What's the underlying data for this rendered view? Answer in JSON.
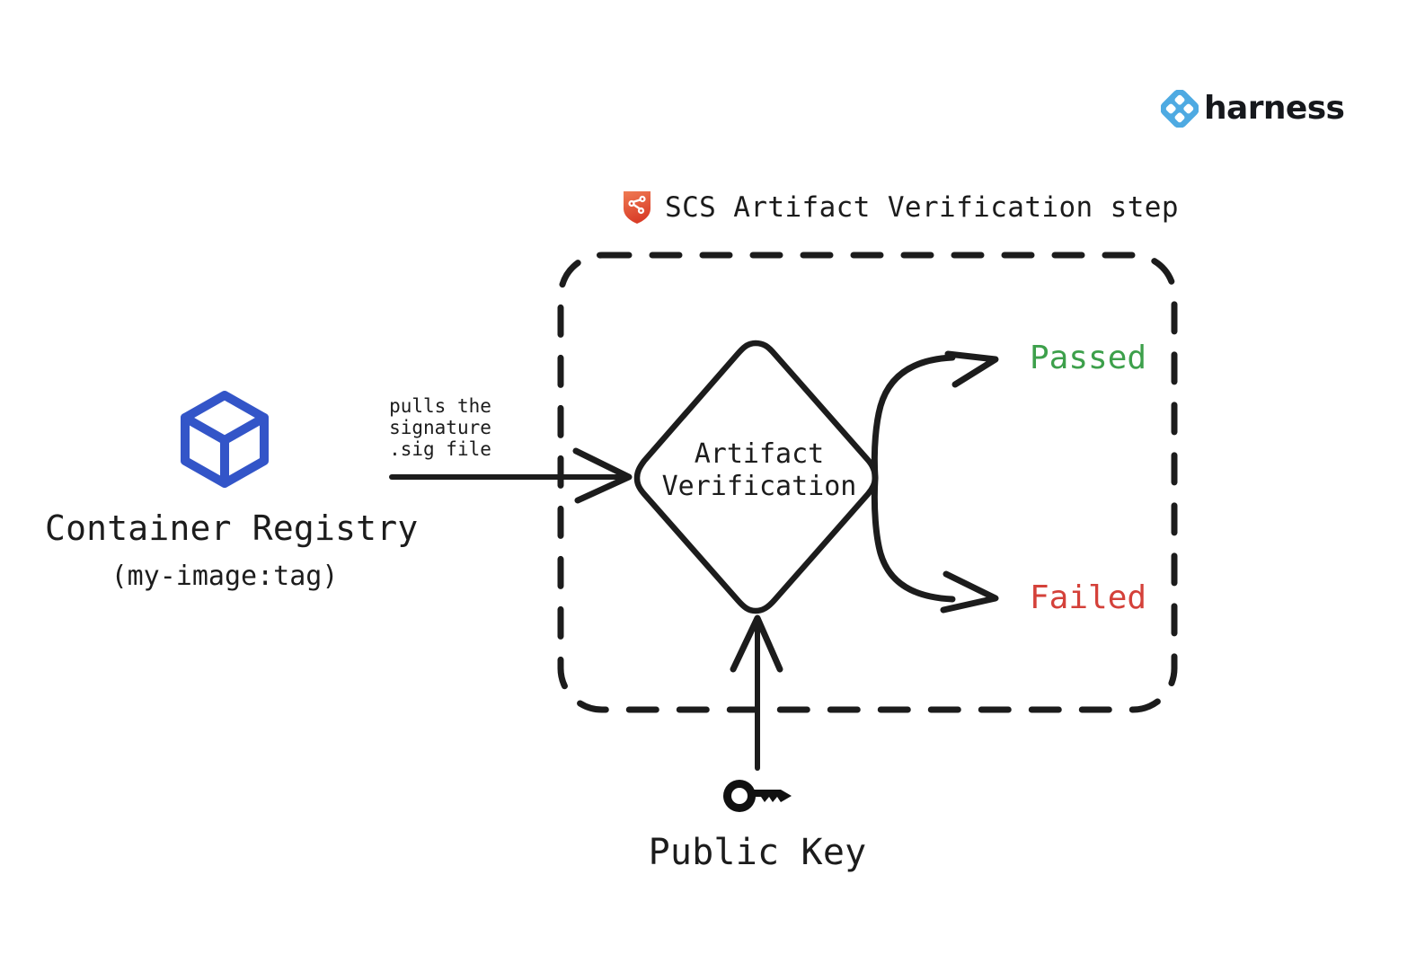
{
  "diagram": {
    "title": "SCS Artifact Verification step",
    "background_color": "#ffffff",
    "stroke_color": "#1c1c1c"
  },
  "brand": {
    "logo_icon": "harness-diamond-logo-icon",
    "wordmark": "harness",
    "logo_color": "#4eaae2",
    "wordmark_color": "#16181c"
  },
  "step": {
    "icon": "scs-shield-icon",
    "icon_color": "#e2553c",
    "label": "SCS Artifact Verification step"
  },
  "source": {
    "icon": "container-cube-icon",
    "icon_color": "#3355c8",
    "title": "Container Registry",
    "subtitle": "(my-image:tag)"
  },
  "edges": {
    "pull_label_line1": "pulls the signature",
    "pull_label_line2": ".sig file"
  },
  "decision": {
    "shape": "diamond",
    "line1": "Artifact",
    "line2": "Verification"
  },
  "outcomes": [
    {
      "label": "Passed",
      "color": "#3da04b"
    },
    {
      "label": "Failed",
      "color": "#d4413a"
    }
  ],
  "key": {
    "icon": "public-key-icon",
    "icon_color": "#111111",
    "label": "Public Key"
  }
}
